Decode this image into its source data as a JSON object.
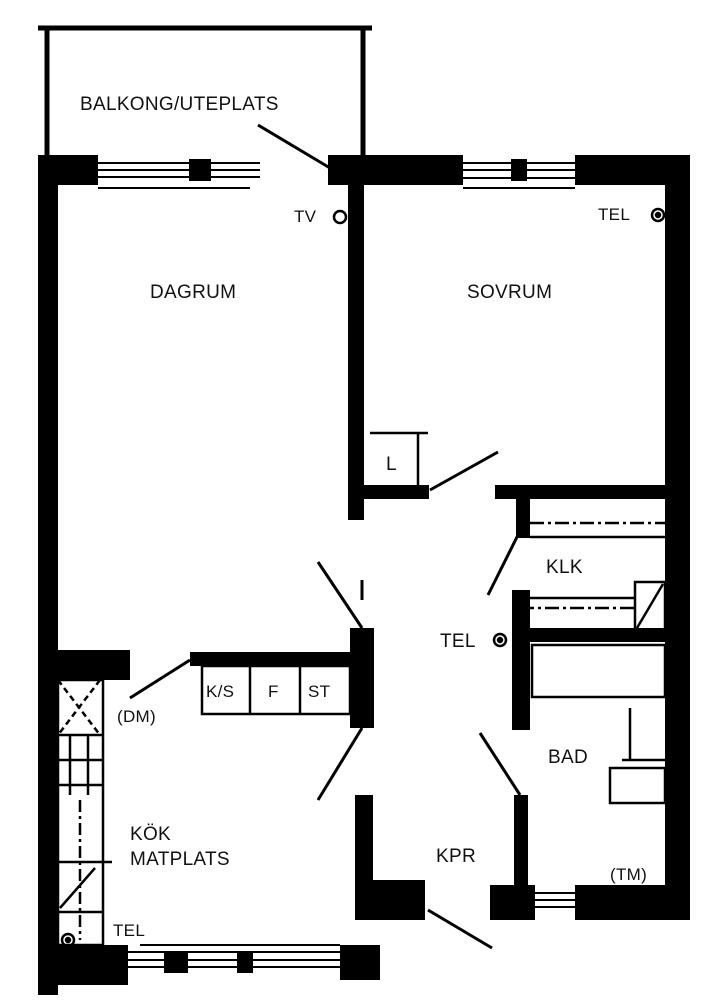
{
  "plan": {
    "wall_color": "#000000",
    "background": "#ffffff",
    "rooms": {
      "balcony": "BALKONG/UTEPLATS",
      "living": "DAGRUM",
      "bedroom": "SOVRUM",
      "kitchen_line1": "KÖK",
      "kitchen_line2": "MATPLATS",
      "closet": "KLK",
      "bathroom": "BAD",
      "storage": "KPR"
    },
    "fixtures": {
      "linen": "L",
      "fridge_freezer": "K/S",
      "freezer": "F",
      "stove": "ST",
      "dishwasher": "(DM)",
      "washer": "(TM)"
    },
    "outlets": {
      "tv_living": "TV",
      "tel_bedroom": "TEL",
      "tel_hall": "TEL",
      "tel_kitchen": "TEL"
    }
  }
}
